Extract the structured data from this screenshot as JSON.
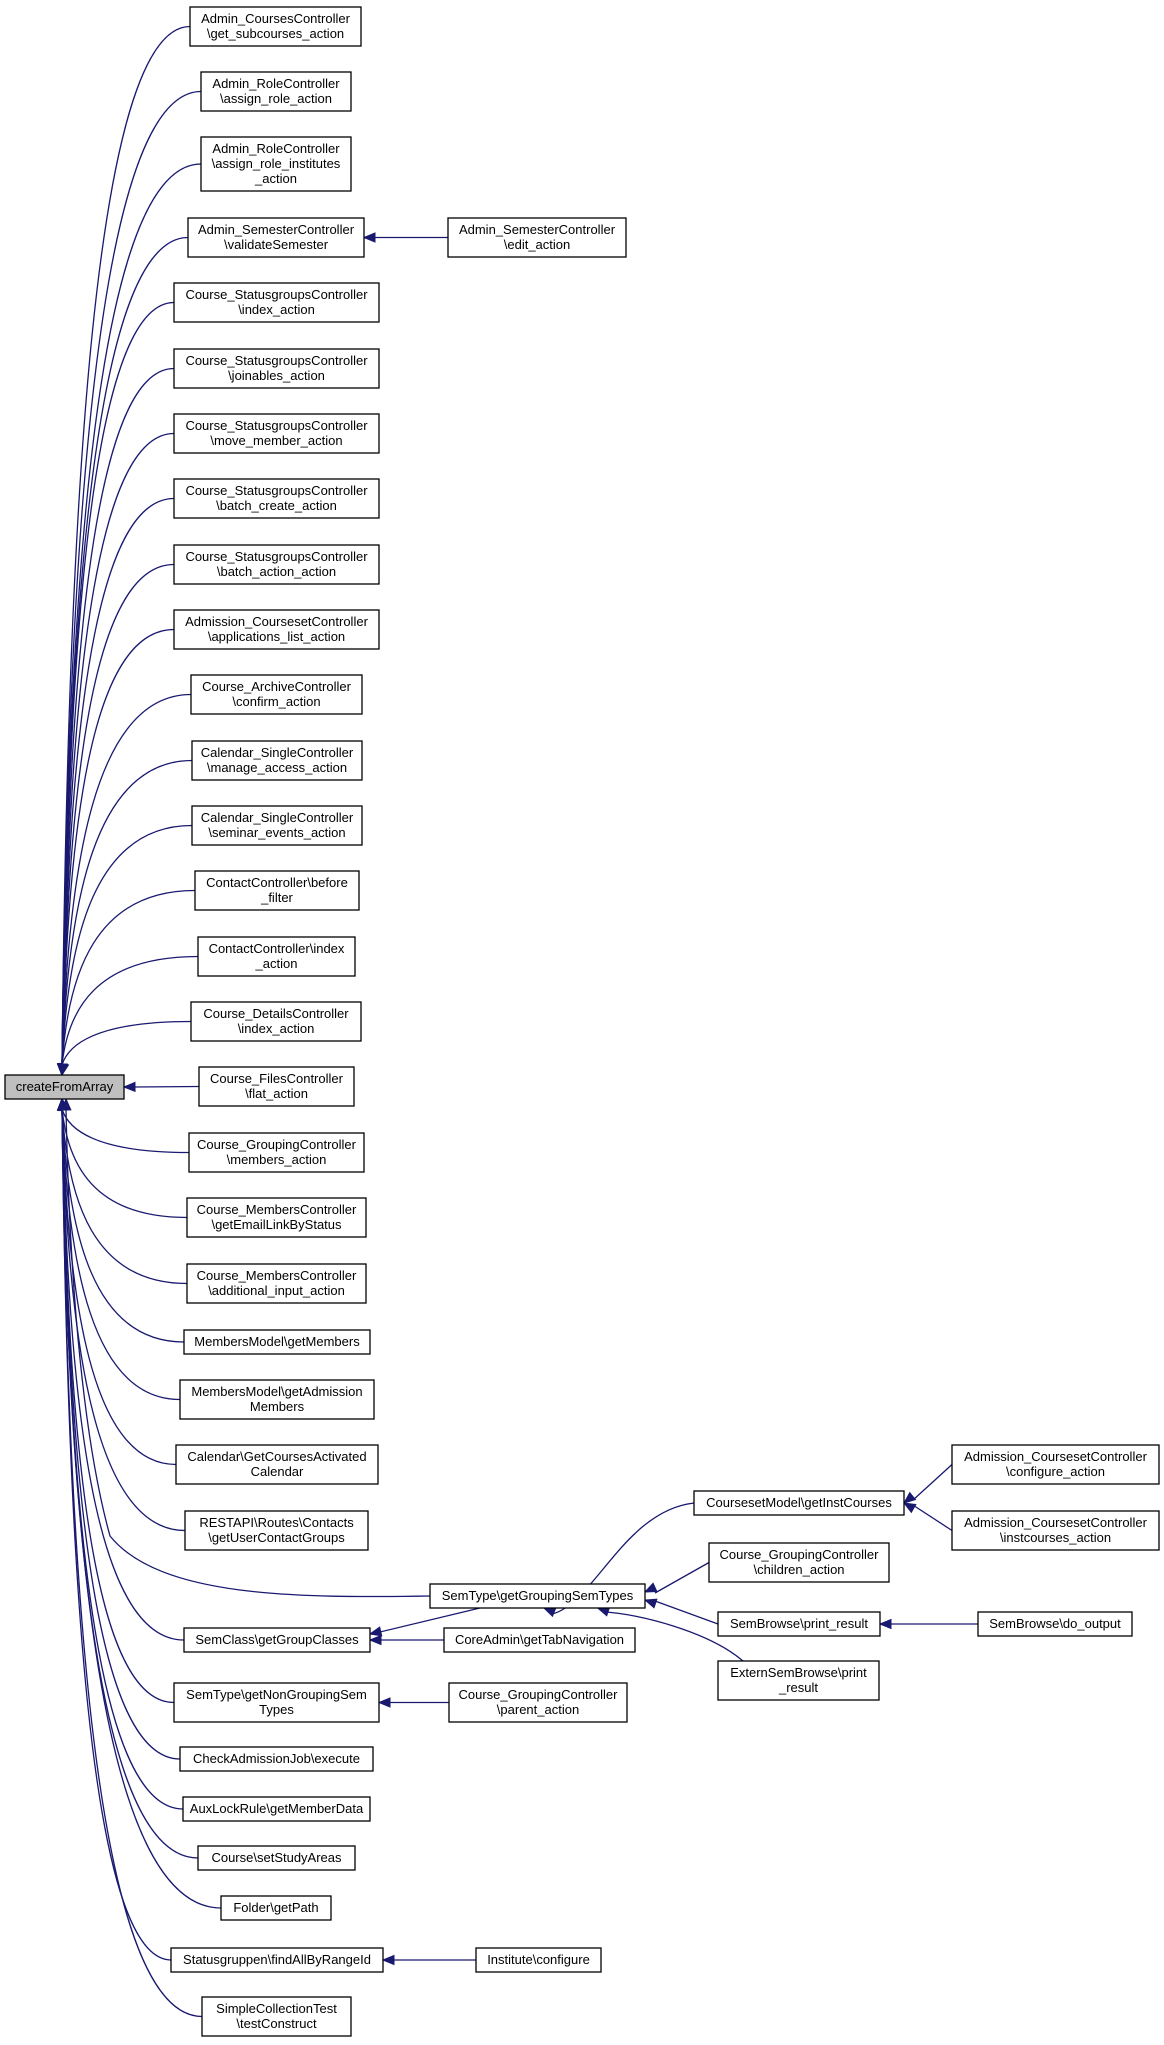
{
  "colors": {
    "edge": "#191970",
    "root_fill": "#bfbfbf",
    "node_fill": "#ffffff",
    "node_stroke": "#000000"
  },
  "graph": {
    "nodes": [
      {
        "id": "root",
        "lines": [
          "createFromArray"
        ]
      },
      {
        "id": "n1",
        "lines": [
          "Admin_CoursesController",
          "\\get_subcourses_action"
        ]
      },
      {
        "id": "n2",
        "lines": [
          "Admin_RoleController",
          "\\assign_role_action"
        ]
      },
      {
        "id": "n3",
        "lines": [
          "Admin_RoleController",
          "\\assign_role_institutes",
          "_action"
        ]
      },
      {
        "id": "n4",
        "lines": [
          "Admin_SemesterController",
          "\\validateSemester"
        ]
      },
      {
        "id": "n4a",
        "lines": [
          "Admin_SemesterController",
          "\\edit_action"
        ]
      },
      {
        "id": "n5",
        "lines": [
          "Course_StatusgroupsController",
          "\\index_action"
        ]
      },
      {
        "id": "n6",
        "lines": [
          "Course_StatusgroupsController",
          "\\joinables_action"
        ]
      },
      {
        "id": "n7",
        "lines": [
          "Course_StatusgroupsController",
          "\\move_member_action"
        ]
      },
      {
        "id": "n8",
        "lines": [
          "Course_StatusgroupsController",
          "\\batch_create_action"
        ]
      },
      {
        "id": "n9",
        "lines": [
          "Course_StatusgroupsController",
          "\\batch_action_action"
        ]
      },
      {
        "id": "n10",
        "lines": [
          "Admission_CoursesetController",
          "\\applications_list_action"
        ]
      },
      {
        "id": "n11",
        "lines": [
          "Course_ArchiveController",
          "\\confirm_action"
        ]
      },
      {
        "id": "n12",
        "lines": [
          "Calendar_SingleController",
          "\\manage_access_action"
        ]
      },
      {
        "id": "n13",
        "lines": [
          "Calendar_SingleController",
          "\\seminar_events_action"
        ]
      },
      {
        "id": "n14",
        "lines": [
          "ContactController\\before",
          "_filter"
        ]
      },
      {
        "id": "n15",
        "lines": [
          "ContactController\\index",
          "_action"
        ]
      },
      {
        "id": "n16",
        "lines": [
          "Course_DetailsController",
          "\\index_action"
        ]
      },
      {
        "id": "n17",
        "lines": [
          "Course_FilesController",
          "\\flat_action"
        ]
      },
      {
        "id": "n18",
        "lines": [
          "Course_GroupingController",
          "\\members_action"
        ]
      },
      {
        "id": "n19",
        "lines": [
          "Course_MembersController",
          "\\getEmailLinkByStatus"
        ]
      },
      {
        "id": "n20",
        "lines": [
          "Course_MembersController",
          "\\additional_input_action"
        ]
      },
      {
        "id": "n21",
        "lines": [
          "MembersModel\\getMembers"
        ]
      },
      {
        "id": "n22",
        "lines": [
          "MembersModel\\getAdmission",
          "Members"
        ]
      },
      {
        "id": "n23",
        "lines": [
          "Calendar\\GetCoursesActivated",
          "Calendar"
        ]
      },
      {
        "id": "n24",
        "lines": [
          "RESTAPI\\Routes\\Contacts",
          "\\getUserContactGroups"
        ]
      },
      {
        "id": "n25",
        "lines": [
          "SemType\\getGroupingSemTypes"
        ]
      },
      {
        "id": "n25a",
        "lines": [
          "CoursesetModel\\getInstCourses"
        ]
      },
      {
        "id": "n25a1",
        "lines": [
          "Admission_CoursesetController",
          "\\configure_action"
        ]
      },
      {
        "id": "n25a2",
        "lines": [
          "Admission_CoursesetController",
          "\\instcourses_action"
        ]
      },
      {
        "id": "n25b",
        "lines": [
          "Course_GroupingController",
          "\\children_action"
        ]
      },
      {
        "id": "n25c",
        "lines": [
          "SemBrowse\\print_result"
        ]
      },
      {
        "id": "n25c1",
        "lines": [
          "SemBrowse\\do_output"
        ]
      },
      {
        "id": "n25d",
        "lines": [
          "ExternSemBrowse\\print",
          "_result"
        ]
      },
      {
        "id": "n26",
        "lines": [
          "SemClass\\getGroupClasses"
        ]
      },
      {
        "id": "n26a",
        "lines": [
          "CoreAdmin\\getTabNavigation"
        ]
      },
      {
        "id": "n27",
        "lines": [
          "SemType\\getNonGroupingSem",
          "Types"
        ]
      },
      {
        "id": "n27a",
        "lines": [
          "Course_GroupingController",
          "\\parent_action"
        ]
      },
      {
        "id": "n28",
        "lines": [
          "CheckAdmissionJob\\execute"
        ]
      },
      {
        "id": "n29",
        "lines": [
          "AuxLockRule\\getMemberData"
        ]
      },
      {
        "id": "n30",
        "lines": [
          "Course\\setStudyAreas"
        ]
      },
      {
        "id": "n31",
        "lines": [
          "Folder\\getPath"
        ]
      },
      {
        "id": "n32",
        "lines": [
          "Statusgruppen\\findAllByRangeId"
        ]
      },
      {
        "id": "n32a",
        "lines": [
          "Institute\\configure"
        ]
      },
      {
        "id": "n33",
        "lines": [
          "SimpleCollectionTest",
          "\\testConstruct"
        ]
      }
    ],
    "edges": [
      {
        "from": "n1",
        "to": "root"
      },
      {
        "from": "n2",
        "to": "root"
      },
      {
        "from": "n3",
        "to": "root"
      },
      {
        "from": "n4",
        "to": "root"
      },
      {
        "from": "n4a",
        "to": "n4"
      },
      {
        "from": "n5",
        "to": "root"
      },
      {
        "from": "n6",
        "to": "root"
      },
      {
        "from": "n7",
        "to": "root"
      },
      {
        "from": "n8",
        "to": "root"
      },
      {
        "from": "n9",
        "to": "root"
      },
      {
        "from": "n10",
        "to": "root"
      },
      {
        "from": "n11",
        "to": "root"
      },
      {
        "from": "n12",
        "to": "root"
      },
      {
        "from": "n13",
        "to": "root"
      },
      {
        "from": "n14",
        "to": "root"
      },
      {
        "from": "n15",
        "to": "root"
      },
      {
        "from": "n16",
        "to": "root"
      },
      {
        "from": "n17",
        "to": "root"
      },
      {
        "from": "n18",
        "to": "root"
      },
      {
        "from": "n19",
        "to": "root"
      },
      {
        "from": "n20",
        "to": "root"
      },
      {
        "from": "n21",
        "to": "root"
      },
      {
        "from": "n22",
        "to": "root"
      },
      {
        "from": "n23",
        "to": "root"
      },
      {
        "from": "n24",
        "to": "root"
      },
      {
        "from": "n25",
        "to": "root"
      },
      {
        "from": "n25",
        "to": "n26"
      },
      {
        "from": "n25a",
        "to": "n25"
      },
      {
        "from": "n25a1",
        "to": "n25a"
      },
      {
        "from": "n25a2",
        "to": "n25a"
      },
      {
        "from": "n25b",
        "to": "n25"
      },
      {
        "from": "n25c",
        "to": "n25"
      },
      {
        "from": "n25c1",
        "to": "n25c"
      },
      {
        "from": "n25d",
        "to": "n25"
      },
      {
        "from": "n26",
        "to": "root"
      },
      {
        "from": "n26a",
        "to": "n26"
      },
      {
        "from": "n27",
        "to": "root"
      },
      {
        "from": "n27a",
        "to": "n27"
      },
      {
        "from": "n28",
        "to": "root"
      },
      {
        "from": "n29",
        "to": "root"
      },
      {
        "from": "n30",
        "to": "root"
      },
      {
        "from": "n31",
        "to": "root"
      },
      {
        "from": "n32",
        "to": "root"
      },
      {
        "from": "n32a",
        "to": "n32"
      },
      {
        "from": "n33",
        "to": "root"
      }
    ]
  }
}
